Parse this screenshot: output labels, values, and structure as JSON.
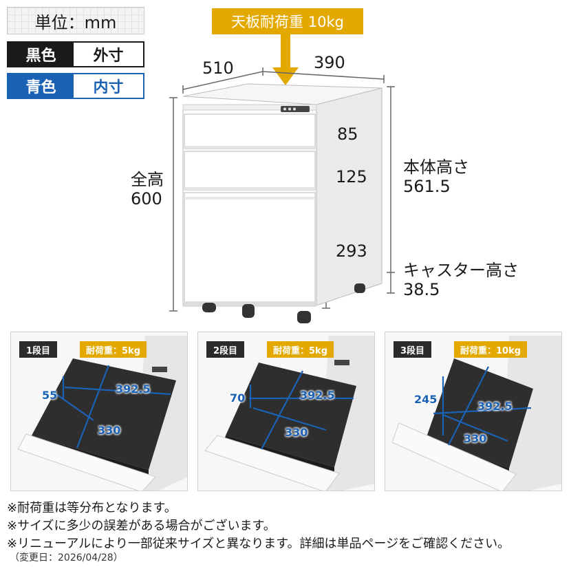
{
  "legend": {
    "unit": "単位：mm",
    "black_key": "黒色",
    "black_value": "外寸",
    "blue_key": "青色",
    "blue_value": "内寸"
  },
  "top_load": "天板耐荷重 10kg",
  "dims": {
    "depth": "510",
    "width": "390",
    "total_height_label": "全高",
    "total_height_value": "600",
    "drawer1": "85",
    "drawer2": "125",
    "drawer3": "293",
    "body_height_label": "本体高さ",
    "body_height_value": "561.5",
    "caster_height_label": "キャスター高さ",
    "caster_height_value": "38.5"
  },
  "panels": [
    {
      "tier": "1段目",
      "capacity": "耐荷重：5kg",
      "height": "55",
      "width": "392.5",
      "depth": "330"
    },
    {
      "tier": "2段目",
      "capacity": "耐荷重：5kg",
      "height": "70",
      "width": "392.5",
      "depth": "330"
    },
    {
      "tier": "3段目",
      "capacity": "耐荷重：10kg",
      "height": "245",
      "width": "392.5",
      "depth": "330"
    }
  ],
  "notes": [
    "※耐荷重は等分布となります。",
    "※サイズに多少の誤差がある場合がございます。",
    "※リニューアルにより一部従来サイズと異なります。詳細は単品ページをご確認ください。"
  ],
  "changed_date": "（変更日：2026/04/28）",
  "colors": {
    "accent": "#e3a900",
    "inner": "#1b62b5",
    "outer": "#1a1a1a"
  }
}
